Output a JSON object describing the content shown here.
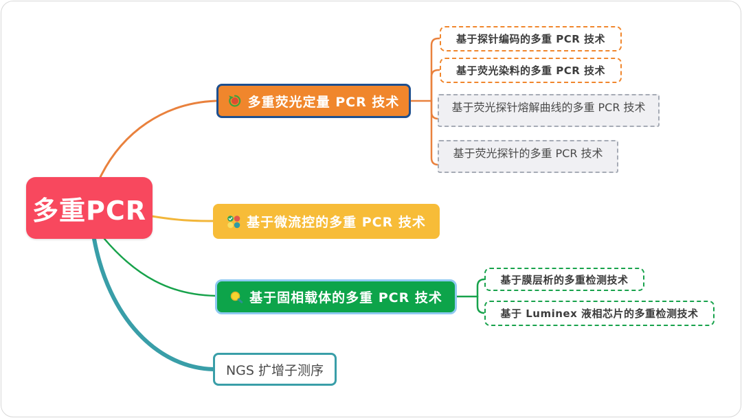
{
  "root": {
    "label": "多重PCR"
  },
  "branches": [
    {
      "label": "多重荧光定量 PCR 技术",
      "icon": "refresh-icon",
      "children": [
        {
          "label": "基于探针编码的多重 PCR 技术",
          "style": "dashed-orange"
        },
        {
          "label": "基于荧光染料的多重 PCR 技术",
          "style": "dashed-orange"
        },
        {
          "label": "基于荧光探针熔解曲线的多重 PCR 技术",
          "style": "gray-underline"
        },
        {
          "label": "基于荧光探针的多重 PCR 技术",
          "style": "gray-underline"
        }
      ]
    },
    {
      "label": "基于微流控的多重 PCR 技术",
      "icon": "four-dots-icon",
      "children": []
    },
    {
      "label": "基于固相载体的多重 PCR 技术",
      "icon": "magnifier-icon",
      "children": [
        {
          "label": "基于膜层析的多重检测技术",
          "style": "dashed-green"
        },
        {
          "label": "基于 Luminex 液相芯片的多重检测技术",
          "style": "dashed-green"
        }
      ]
    },
    {
      "label": "NGS 扩增子测序",
      "icon": "",
      "children": []
    }
  ],
  "colors": {
    "root_bg": "#F8485E",
    "branch1_bg": "#F0862C",
    "branch1_border": "#1D4F8F",
    "branch1_line": "#E9813D",
    "branch2_bg": "#F7BC38",
    "branch2_line": "#F2B63A",
    "branch3_bg": "#0DA44A",
    "branch3_border": "#8FC9F2",
    "branch3_line": "#17A24B",
    "branch4_line": "#399EA8",
    "gray_child_bg": "#F0F0F3",
    "gray_child_border": "#A6ABB5",
    "canvas_border": "#D8D8D8",
    "text_light": "#FFFFFF",
    "text_dark": "#3C3C3C"
  }
}
